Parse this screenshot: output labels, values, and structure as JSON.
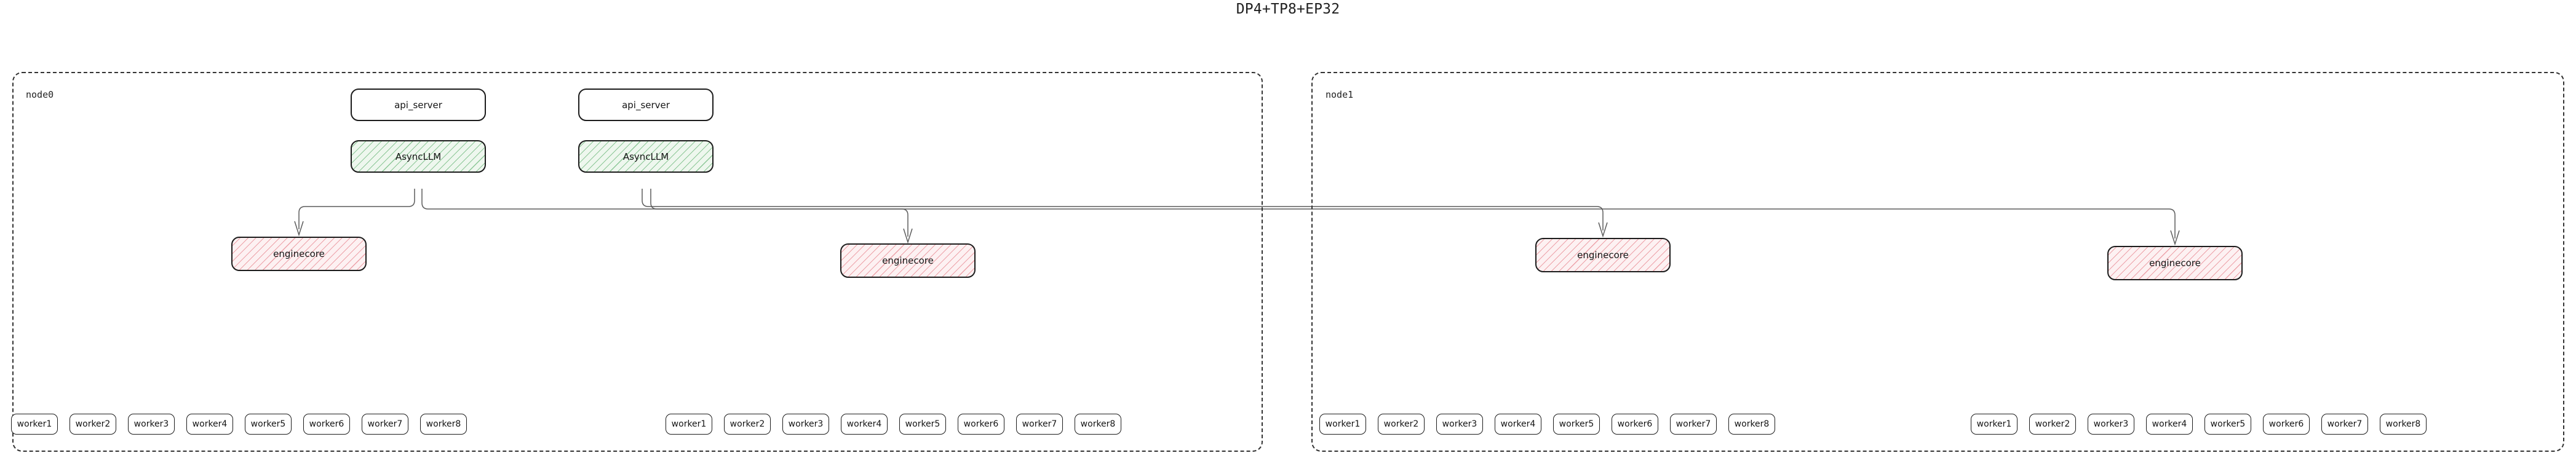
{
  "title": "DP4+TP8+EP32",
  "colors": {
    "async_llm_hatch": "#3ca050",
    "async_llm_fill": "#eef7ee",
    "enginecore_hatch": "#e26e78",
    "enginecore_fill": "#fdf1f2",
    "box_border": "#1c1c1c",
    "cluster_border": "#333333",
    "edge": "#5c5c5c",
    "text": "#141414",
    "background": "#ffffff"
  },
  "clusters": [
    {
      "id": "node0",
      "label": "node0",
      "servers": [
        {
          "api_label": "api_server",
          "engine_label": "AsyncLLM"
        },
        {
          "api_label": "api_server",
          "engine_label": "AsyncLLM"
        }
      ],
      "enginecores": [
        {
          "label": "enginecore"
        },
        {
          "label": "enginecore"
        }
      ],
      "worker_groups": [
        {
          "workers": [
            "worker1",
            "worker2",
            "worker3",
            "worker4",
            "worker5",
            "worker6",
            "worker7",
            "worker8"
          ]
        },
        {
          "workers": [
            "worker1",
            "worker2",
            "worker3",
            "worker4",
            "worker5",
            "worker6",
            "worker7",
            "worker8"
          ]
        }
      ]
    },
    {
      "id": "node1",
      "label": "node1",
      "servers": [],
      "enginecores": [
        {
          "label": "enginecore"
        },
        {
          "label": "enginecore"
        }
      ],
      "worker_groups": [
        {
          "workers": [
            "worker1",
            "worker2",
            "worker3",
            "worker4",
            "worker5",
            "worker6",
            "worker7",
            "worker8"
          ]
        },
        {
          "workers": [
            "worker1",
            "worker2",
            "worker3",
            "worker4",
            "worker5",
            "worker6",
            "worker7",
            "worker8"
          ]
        }
      ]
    }
  ],
  "node0": {
    "label": "node0",
    "api0": "api_server",
    "async0": "AsyncLLM",
    "api1": "api_server",
    "async1": "AsyncLLM",
    "engine0": "enginecore",
    "engine1": "enginecore",
    "w_g0": [
      "worker1",
      "worker2",
      "worker3",
      "worker4",
      "worker5",
      "worker6",
      "worker7",
      "worker8"
    ],
    "w_g1": [
      "worker1",
      "worker2",
      "worker3",
      "worker4",
      "worker5",
      "worker6",
      "worker7",
      "worker8"
    ]
  },
  "node1": {
    "label": "node1",
    "engine0": "enginecore",
    "engine1": "enginecore",
    "w_g0": [
      "worker1",
      "worker2",
      "worker3",
      "worker4",
      "worker5",
      "worker6",
      "worker7",
      "worker8"
    ],
    "w_g1": [
      "worker1",
      "worker2",
      "worker3",
      "worker4",
      "worker5",
      "worker6",
      "worker7",
      "worker8"
    ]
  }
}
